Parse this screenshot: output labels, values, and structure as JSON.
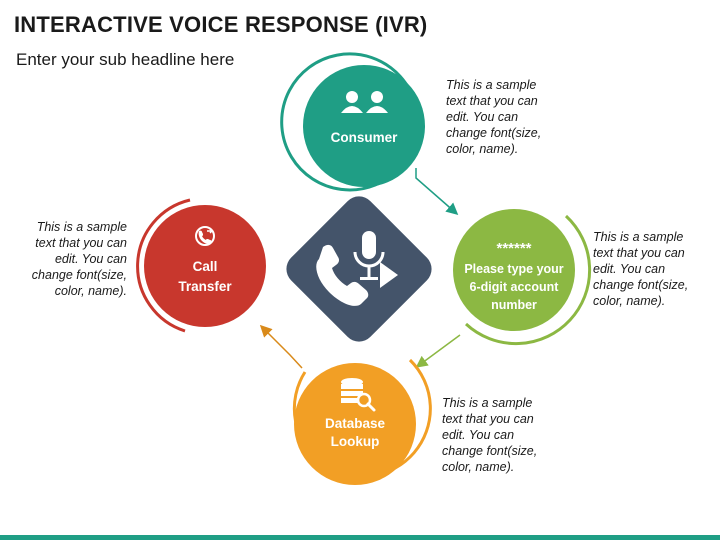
{
  "page": {
    "title": "INTERACTIVE VOICE RESPONSE (IVR)",
    "subtitle": "Enter your sub headline here"
  },
  "colors": {
    "consumer": "#1f9e85",
    "account": "#8cb843",
    "database": "#f29f25",
    "transfer": "#c8372d",
    "center": "#44546a",
    "footer": "#1f9e85"
  },
  "nodes": {
    "consumer": {
      "label": "Consumer",
      "icon": "people-icon"
    },
    "account": {
      "mask": "******",
      "line1": "Please type your",
      "line2": "6-digit account",
      "line3": "number"
    },
    "database": {
      "line1": "Database",
      "line2": "Lookup",
      "icon": "database-search-icon"
    },
    "transfer": {
      "line1": "Call",
      "line2": "Transfer",
      "icon": "call-transfer-icon"
    },
    "center": {
      "icon": "phone-microphone-play-icon"
    }
  },
  "descriptions": {
    "consumer": [
      "This is a sample",
      "text that you can",
      "edit. You can",
      "change font(size,",
      "color, name)."
    ],
    "account": [
      "This is a sample",
      "text that you can",
      "edit. You can",
      "change font(size,",
      "color, name)."
    ],
    "database": [
      "This is a sample",
      "text that you can",
      "edit. You can",
      "change font(size,",
      "color, name)."
    ],
    "transfer": [
      "This is a sample",
      "text that you can",
      "edit. You can",
      "change font(size,",
      "color, name)."
    ]
  }
}
